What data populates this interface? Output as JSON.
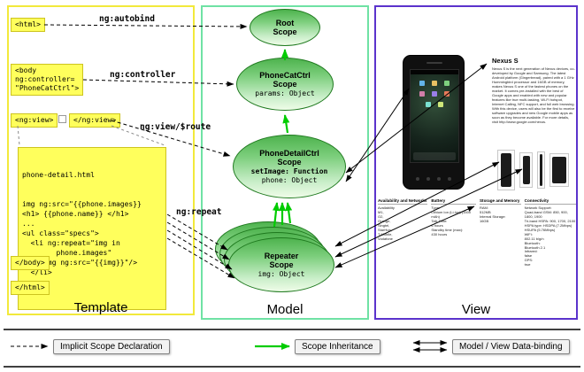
{
  "template": {
    "panel_label": "Template",
    "html_open": "<html>",
    "autobind_label": "ng:autobind",
    "body_open": "<body\nng:controller=\n\"PhoneCatCtrl\">",
    "controller_label": "ng:controller",
    "ngview_open": "<ng:view>",
    "ngview_close": "</ng:view>",
    "ngview_route_label": "ng:view/$route",
    "code_title": "phone-detail.html",
    "code_lines": [
      "img ng:src=\"{{phone.images}}",
      "<h1> {{phone.name}} </h1>",
      "...",
      "<ul class=\"specs\">",
      "  <li ng:repeat=\"img in",
      "        phone.images\"",
      "    <img ng:src=\"{{img}}\"/>",
      "  </li>",
      "..."
    ],
    "repeat_label": "ng:repeat",
    "body_close": "</body>",
    "html_close": "</html>"
  },
  "model": {
    "panel_label": "Model",
    "root": {
      "title": "Root Scope"
    },
    "phonecat": {
      "title": "PhoneCatCtrl Scope",
      "prop": "params: Object"
    },
    "phonedetail": {
      "title": "PhoneDetailCtrl Scope",
      "prop_bold": "setImage: Function",
      "prop": "phone: Object"
    },
    "repeater": {
      "title": "Repeater Scope",
      "prop": "img: Object"
    }
  },
  "view": {
    "panel_label": "View",
    "product_title": "Nexus S",
    "description": "Nexus S is the next generation of Nexus devices, co-developed by Google and Samsung. The latest Android platform (Gingerbread), paired with a 1 GHz Hummingbird processor and 16GB of memory, makes Nexus S one of the fastest phones on the market. It comes pre-installed with the best of Google apps and enabled with new and popular features like true multi-tasking, Wi-Fi hotspot, Internet Calling, NFC support, and full web browsing. With this device, users will also be the first to receive software upgrades and new Google mobile apps as soon as they become available. For more details, visit http://www.google.com/nexus.",
    "spec_columns": [
      {
        "header": "Availability and Networks",
        "rows": [
          "Availability",
          "M1,",
          "O2,",
          "Orange,",
          "Singtel,",
          "StarHub,",
          "T-Mobile,",
          "Vodafone"
        ]
      },
      {
        "header": "Battery",
        "rows": [
          "Type:",
          "Lithium Ion (Li-Ion) (1500 mAh)",
          "Talk Time:",
          "6 hours",
          "Standby time (max):",
          "430 hours"
        ]
      },
      {
        "header": "Storage and Memory",
        "rows": [
          "RAM:",
          "512MB",
          "Internal Storage:",
          "16GB"
        ]
      },
      {
        "header": "Connectivity",
        "rows": [
          "Network Support:",
          "Quad-band GSM: 850, 900, 1800, 1900",
          "Tri-band HSPA: 900, 1700, 2100",
          "HSPA type: HSDPA (7.2Mbps) HSUPA (5.76Mbps)",
          "WiFi:",
          "802.11 b/g/n",
          "Bluetooth:",
          "Bluetooth 2.1",
          "Infrared:",
          "false",
          "GPS:",
          "true"
        ]
      }
    ]
  },
  "legend": {
    "implicit": "Implicit Scope Declaration",
    "inheritance": "Scope Inheritance",
    "databinding": "Model / View Data-binding"
  }
}
